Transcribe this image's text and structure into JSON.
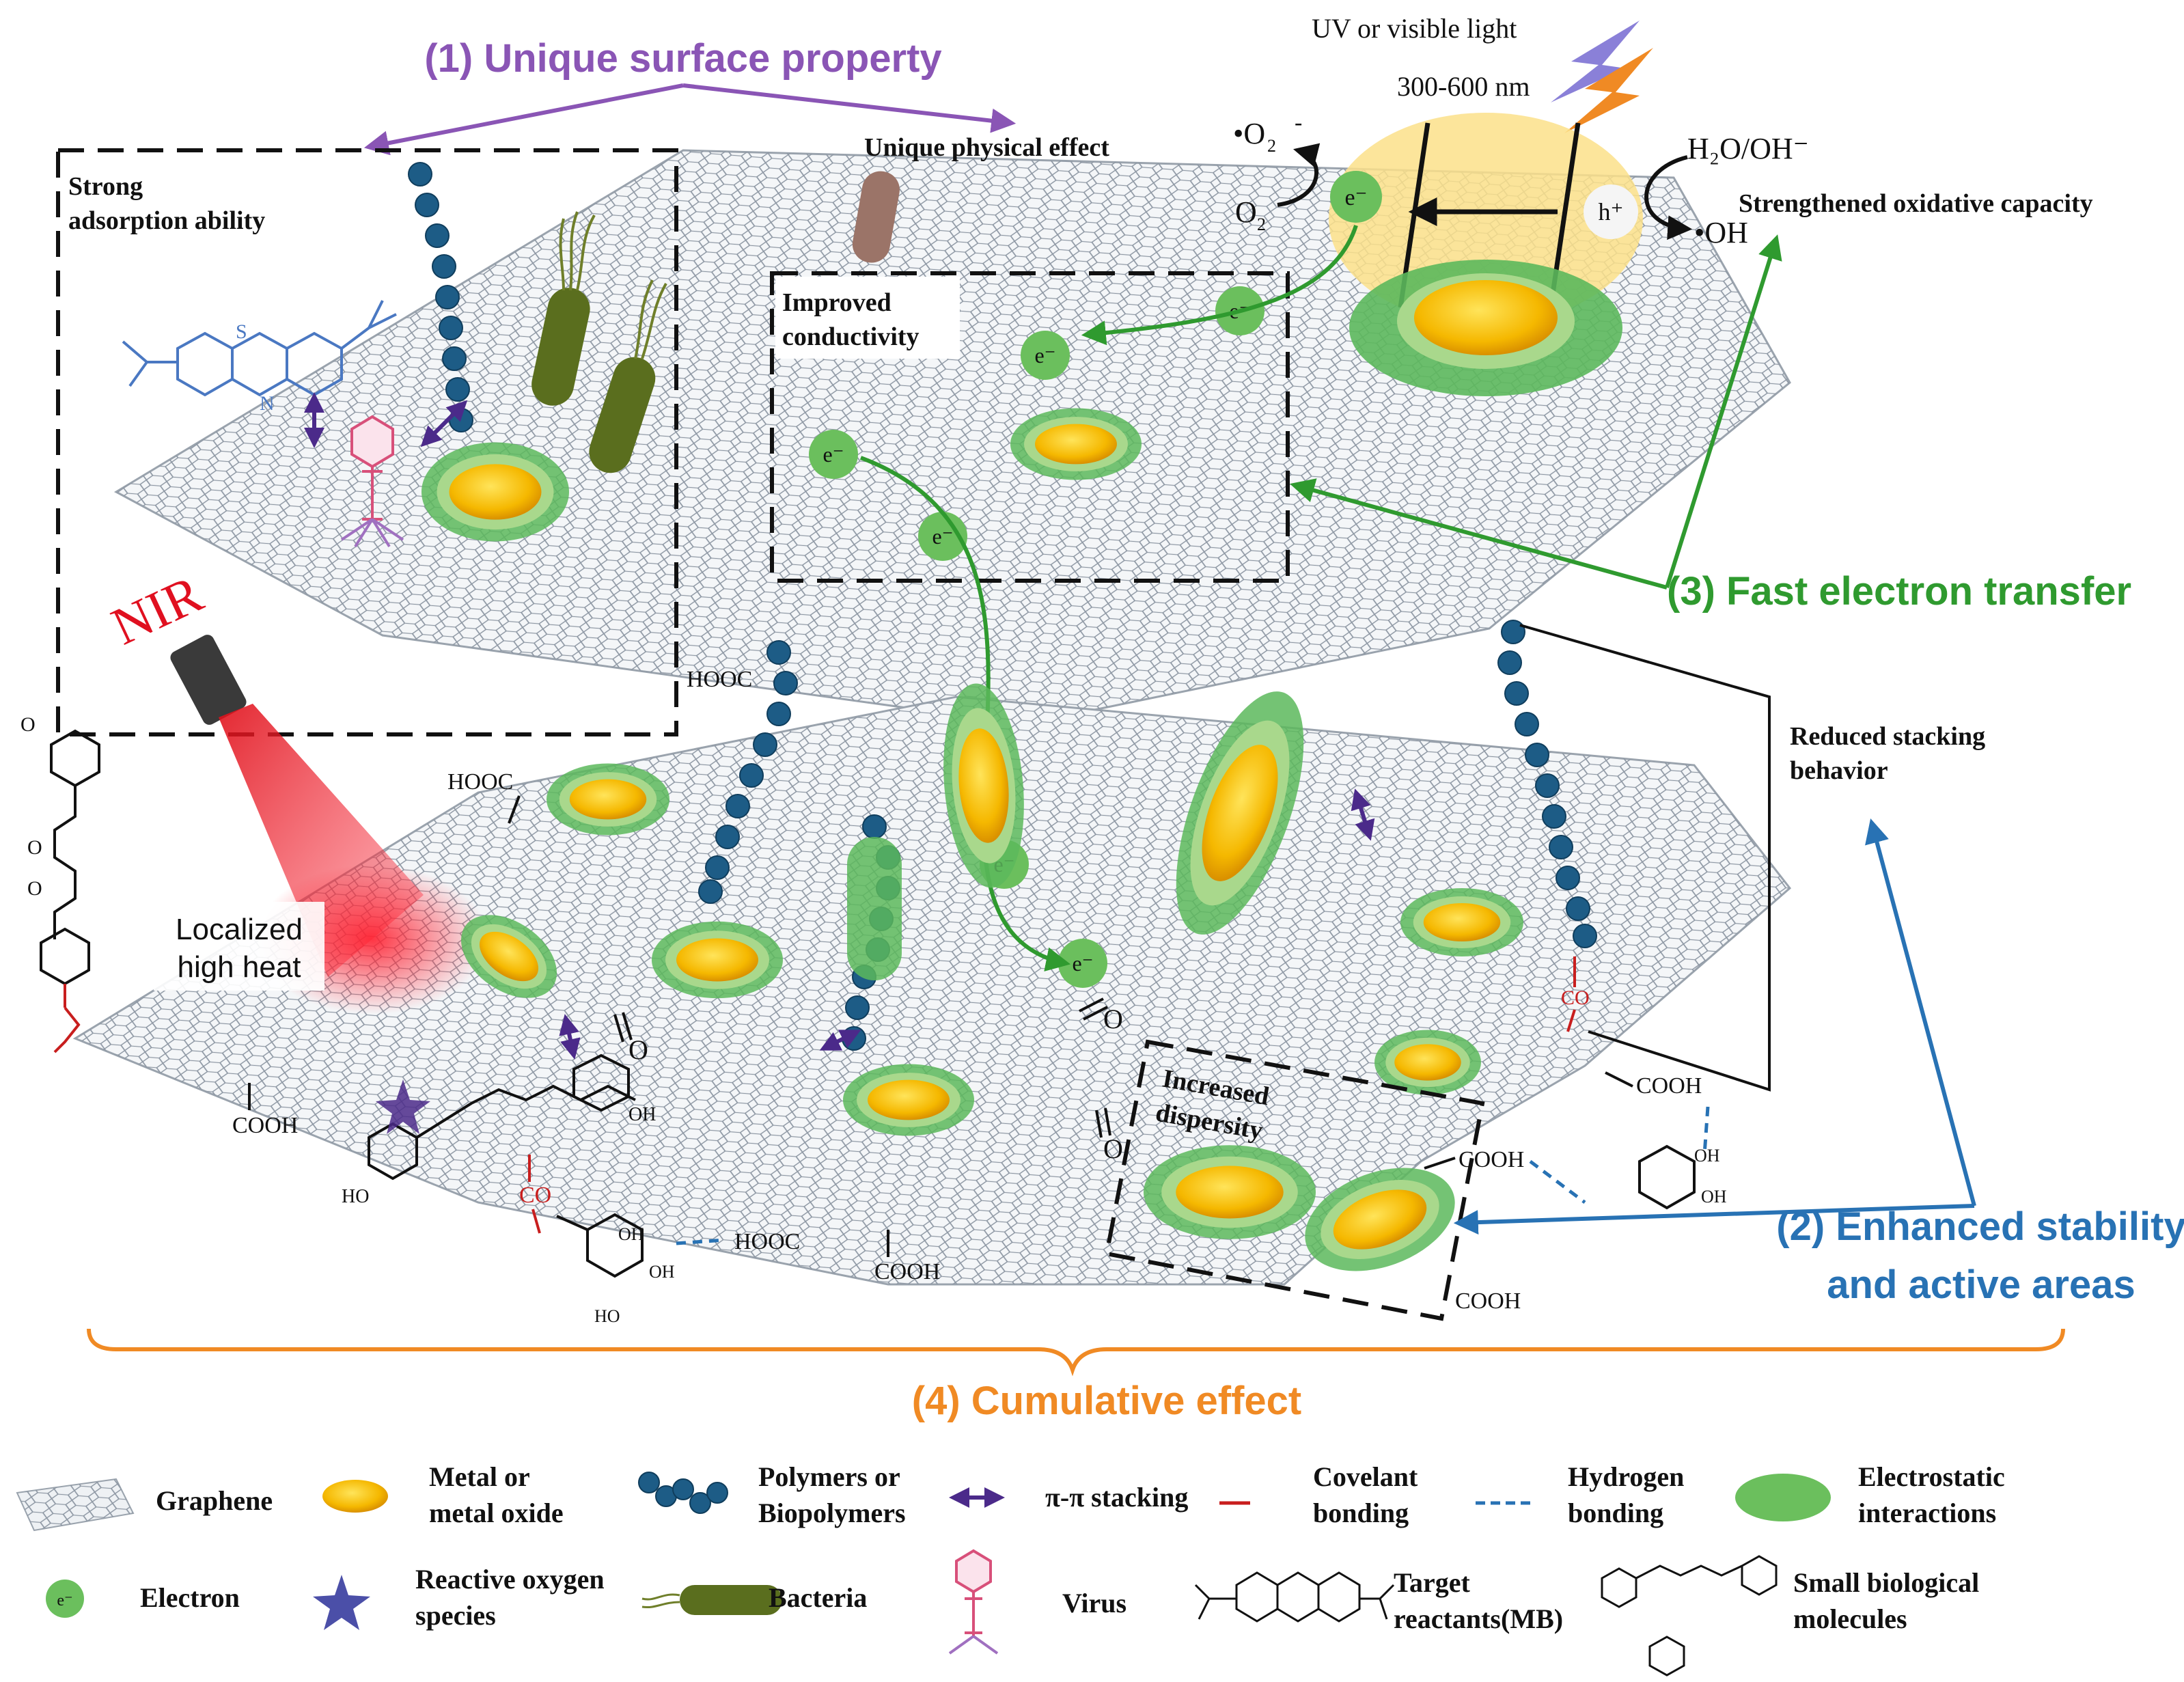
{
  "headings": {
    "surface": "(1) Unique surface property",
    "stability_line1": "(2) Enhanced stability",
    "stability_line2": "and active areas",
    "electron_transfer": "(3) Fast electron transfer",
    "cumulative": "(4) Cumulative effect"
  },
  "labels": {
    "adsorption_line1": "Strong",
    "adsorption_line2": "adsorption ability",
    "physical_effect": "Unique physical effect",
    "conductivity_line1": "Improved",
    "conductivity_line2": "conductivity",
    "light": "UV or visible light",
    "wavelength": "300-600 nm",
    "oxidative": "Strengthened oxidative capacity",
    "nir": "NIR",
    "heat_line1": "Localized",
    "heat_line2": "high heat",
    "stacking_line1": "Reduced stacking",
    "stacking_line2": "behavior",
    "dispersity_line1": "Increased",
    "dispersity_line2": "dispersity"
  },
  "chemistry": {
    "superoxide": "•O",
    "o2": "O",
    "water": "H₂O/OH⁻",
    "hydroxyl": "•OH",
    "electron": "e⁻",
    "hole": "h⁺",
    "hooc": "HOOC",
    "cooh": "COOH",
    "co": "CO",
    "oh": "OH",
    "ho": "HO",
    "o": "O"
  },
  "legend": {
    "graphene": "Graphene",
    "metal_line1": "Metal or",
    "metal_line2": "metal oxide",
    "polymers_line1": "Polymers or",
    "polymers_line2": "Biopolymers",
    "pi_stacking": "π-π stacking",
    "covalent_line1": "Covelant",
    "covalent_line2": "bonding",
    "hydrogen_line1": "Hydrogen",
    "hydrogen_line2": "bonding",
    "electrostatic_line1": "Electrostatic",
    "electrostatic_line2": "interactions",
    "electron": "Electron",
    "ros_line1": "Reactive oxygen",
    "ros_line2": "species",
    "bacteria": "Bacteria",
    "virus": "Virus",
    "target_line1": "Target",
    "target_line2": "reactants(MB)",
    "small_line1": "Small biological",
    "small_line2": "molecules"
  },
  "colors": {
    "purple": "#8a55b5",
    "green": "#2f9a2f",
    "blue": "#2872b4",
    "orange": "#f08a24",
    "polymer": "#1d5c86",
    "graphene": "#9aa3ad",
    "bacteria": "#5a6e1e"
  }
}
